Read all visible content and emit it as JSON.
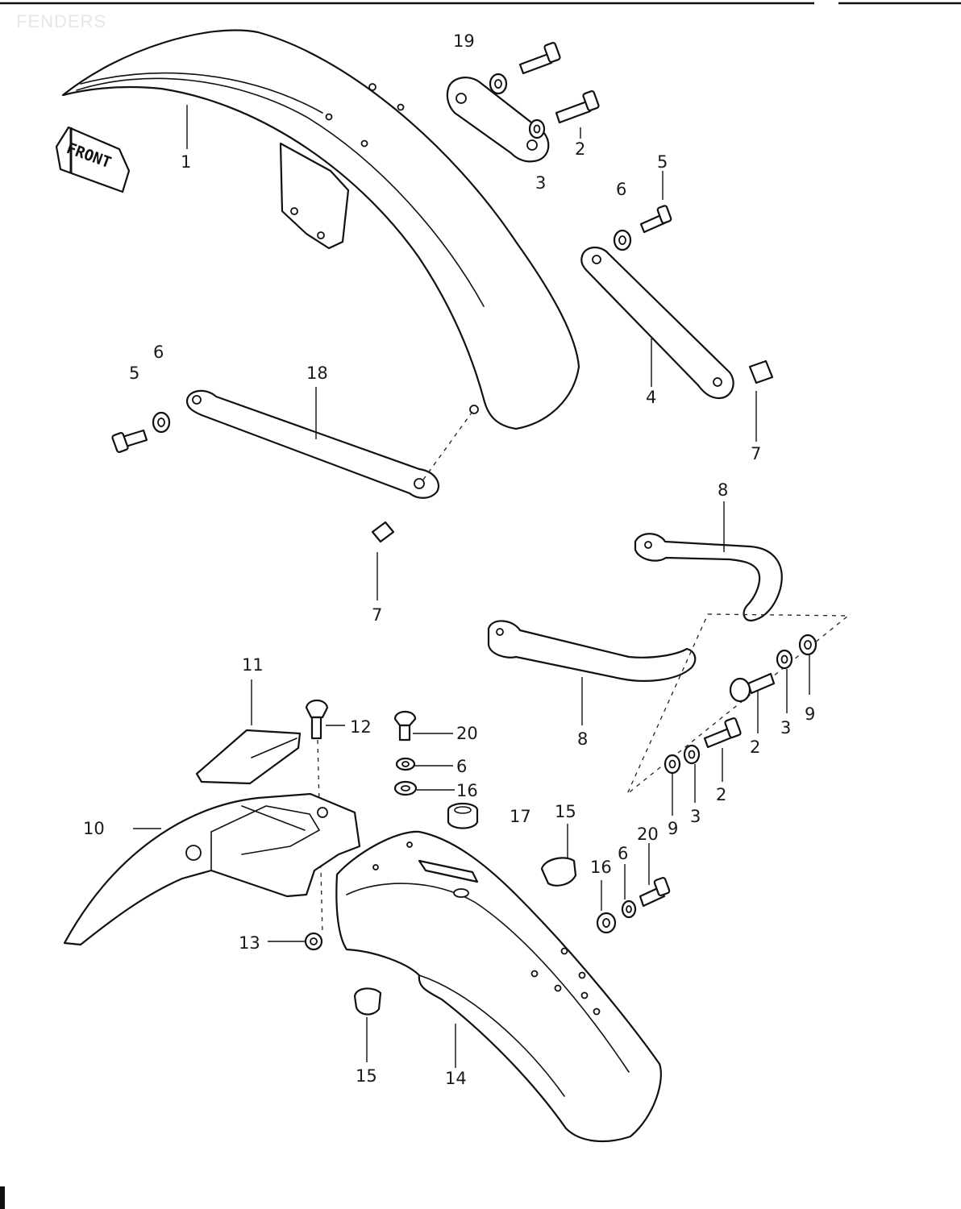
{
  "title": "FENDERS",
  "front_badge": "FRONT",
  "callouts": {
    "c1": "1",
    "c2a": "2",
    "c2b": "2",
    "c2c": "2",
    "c3a": "3",
    "c3b": "3",
    "c3c": "3",
    "c4": "4",
    "c5a": "5",
    "c5b": "5",
    "c6a": "6",
    "c6b": "6",
    "c6c": "6",
    "c6d": "6",
    "c7a": "7",
    "c7b": "7",
    "c8a": "8",
    "c8b": "8",
    "c9a": "9",
    "c9b": "9",
    "c10": "10",
    "c11": "11",
    "c12": "12",
    "c13": "13",
    "c14": "14",
    "c15a": "15",
    "c15b": "15",
    "c16a": "16",
    "c16b": "16",
    "c17": "17",
    "c18": "18",
    "c19": "19",
    "c20a": "20",
    "c20b": "20"
  }
}
